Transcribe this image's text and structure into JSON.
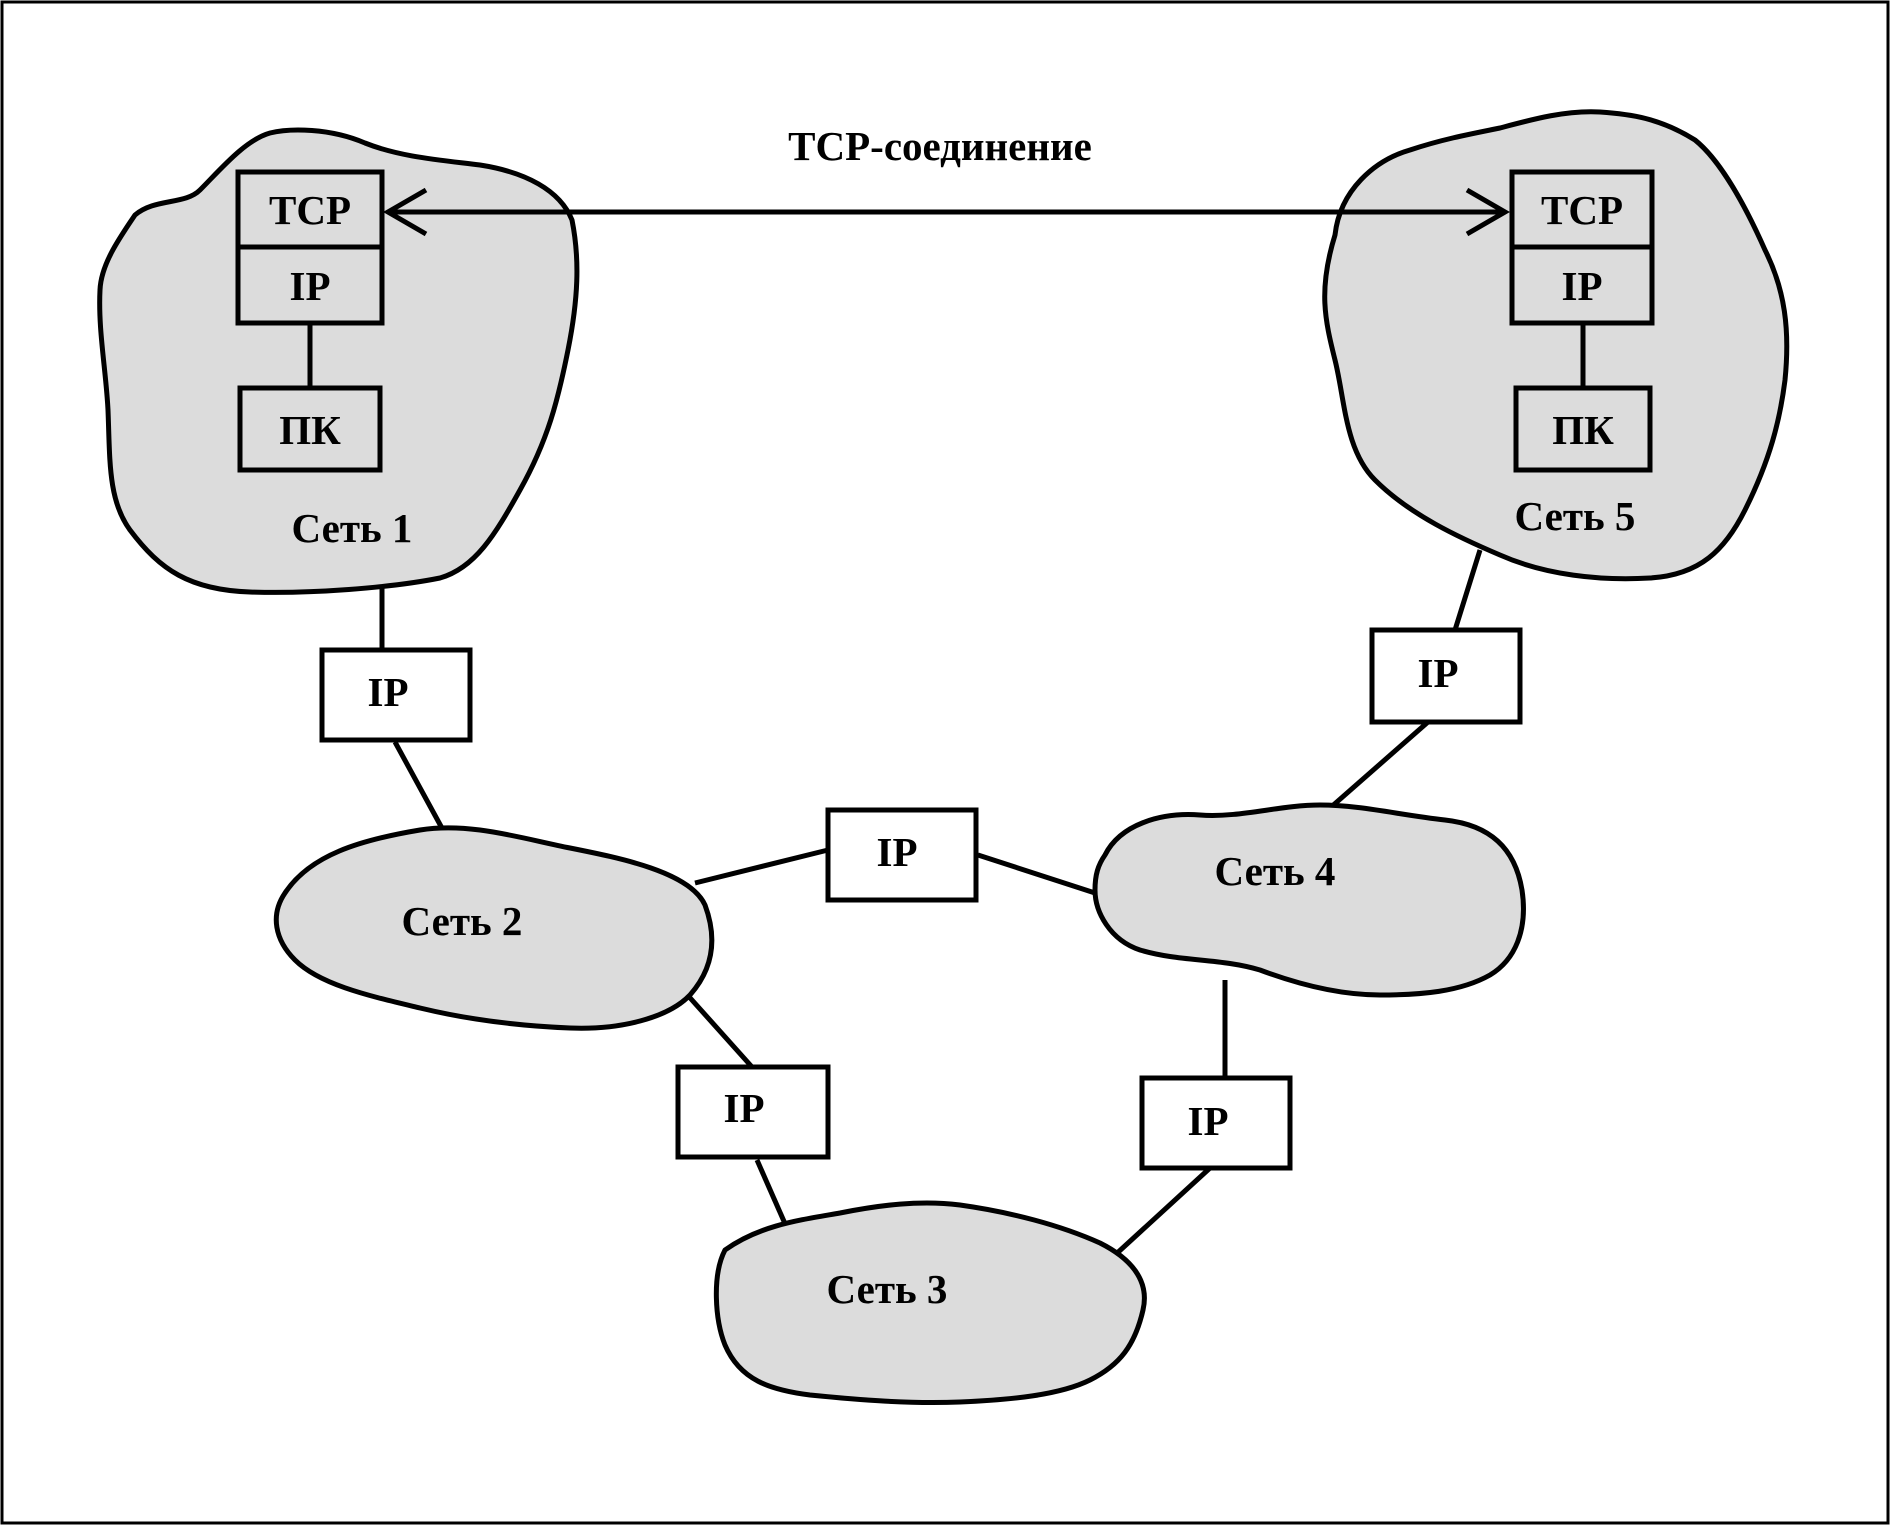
{
  "connection": {
    "label": "TCP-соединение"
  },
  "hosts": {
    "left": {
      "tcp": "TCP",
      "ip": "IP",
      "pc": "ПК"
    },
    "right": {
      "tcp": "TCP",
      "ip": "IP",
      "pc": "ПК"
    }
  },
  "networks": {
    "net1": "Сеть 1",
    "net2": "Сеть 2",
    "net3": "Сеть 3",
    "net4": "Сеть 4",
    "net5": "Сеть 5"
  },
  "routers": {
    "r12": "IP",
    "r23": "IP",
    "r24": "IP",
    "r34": "IP",
    "r45": "IP"
  },
  "colors": {
    "network_fill": "#dcdcdc",
    "stroke": "#000000",
    "background": "#ffffff"
  }
}
